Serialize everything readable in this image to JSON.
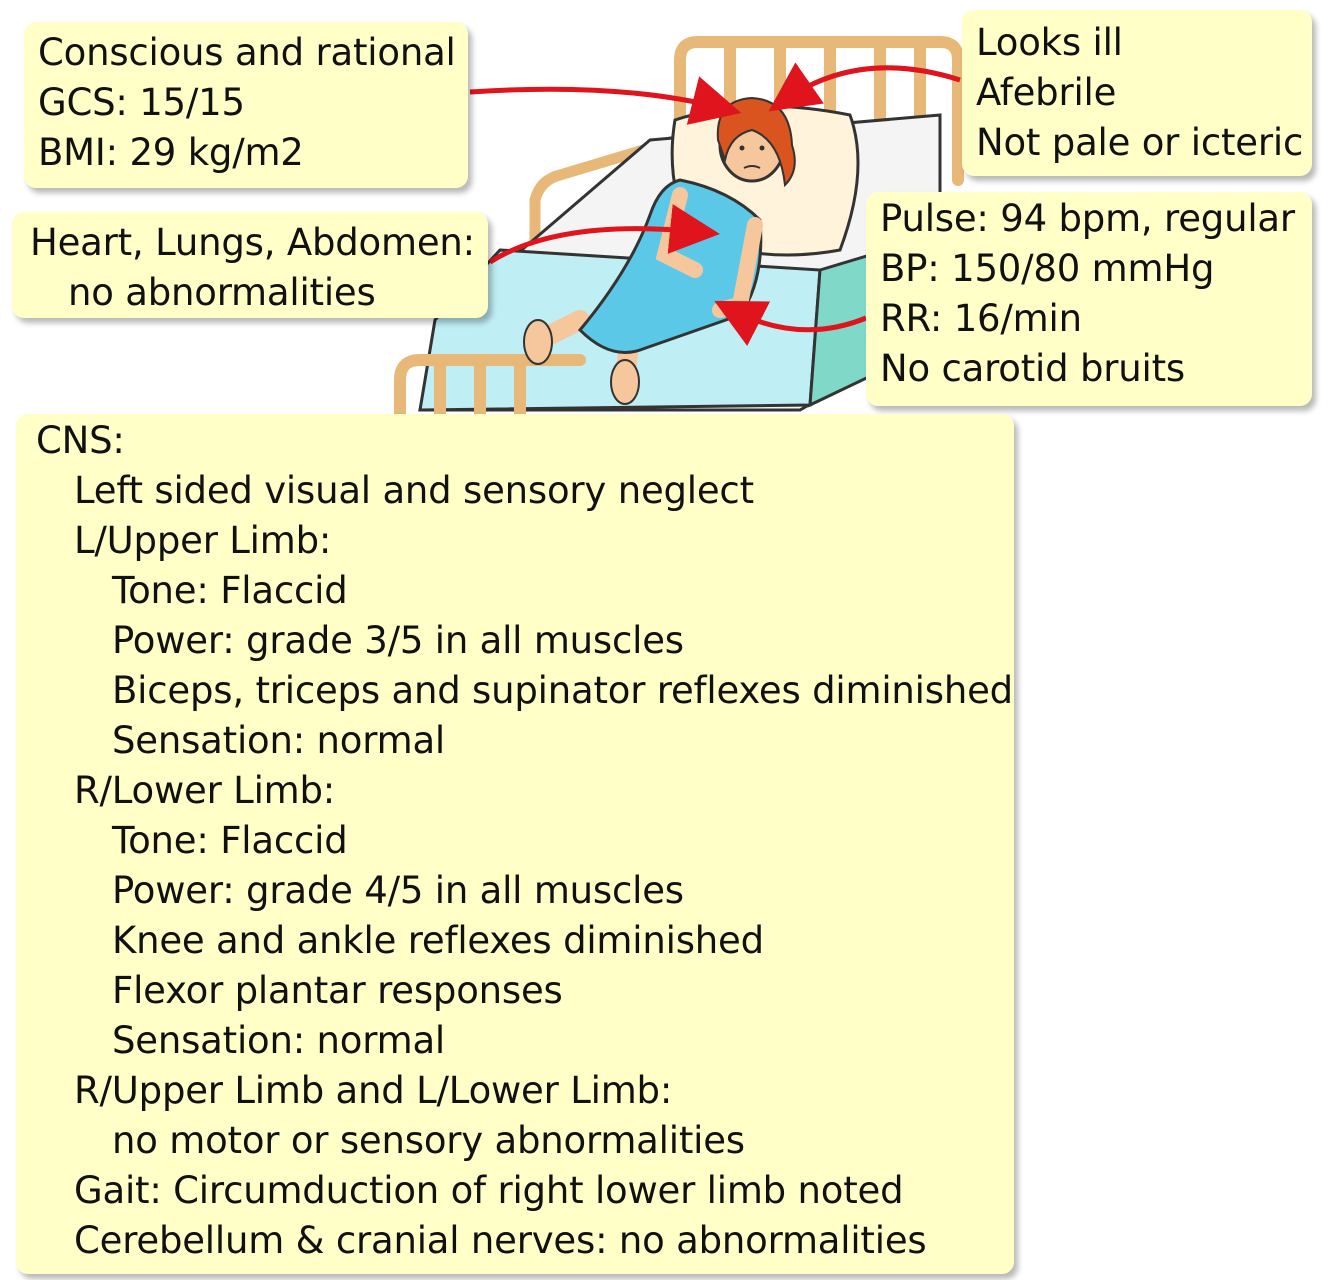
{
  "general": {
    "lines": [
      "Conscious and rational",
      "GCS: 15/15",
      "BMI: 29 kg/m2"
    ]
  },
  "appearance": {
    "lines": [
      "Looks ill",
      "Afebrile",
      "Not pale or icteric"
    ]
  },
  "systems": {
    "lines": [
      "Heart, Lungs, Abdomen:",
      "no abnormalities"
    ]
  },
  "vitals": {
    "lines": [
      "Pulse: 94 bpm, regular",
      "BP: 150/80 mmHg",
      "RR: 16/min",
      "No carotid bruits"
    ]
  },
  "cns": {
    "heading": "CNS:",
    "neglect": "Left sided visual and sensory neglect",
    "left_upper_limb": {
      "heading": "L/Upper Limb:",
      "tone": "Tone: Flaccid",
      "power": "Power: grade 3/5 in all muscles",
      "reflexes": "Biceps, triceps and supinator reflexes diminished",
      "sensation": "Sensation: normal"
    },
    "right_lower_limb": {
      "heading": "R/Lower Limb:",
      "tone": "Tone: Flaccid",
      "power": "Power: grade 4/5 in all muscles",
      "reflexes": "Knee and ankle reflexes diminished",
      "plantar": "Flexor plantar responses",
      "sensation": "Sensation: normal"
    },
    "other_limbs": {
      "heading": "R/Upper Limb and L/Lower Limb:",
      "finding": "no motor or sensory abnormalities"
    },
    "gait": "Gait: Circumduction of right lower limb noted",
    "cerebellum": "Cerebellum & cranial nerves: no abnormalities"
  },
  "colors": {
    "box_fill": "#ffffc7",
    "arrow": "#e0141c",
    "gown": "#5cc8e8",
    "sheet": "#bfeef4",
    "hair": "#d9541e",
    "bed_frame": "#f2c98a"
  }
}
